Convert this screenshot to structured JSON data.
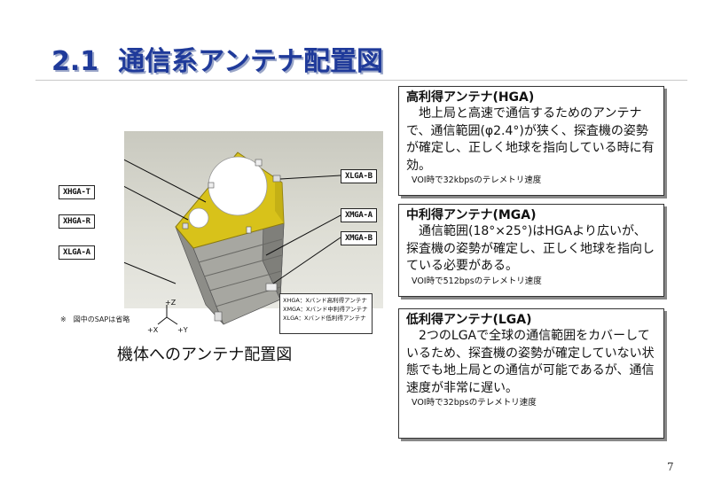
{
  "slide": {
    "title_number": "2.1",
    "title_text": "通信系アンテナ配置図",
    "page_number": "7"
  },
  "figure": {
    "callouts": {
      "xhga_t": "XHGA-T",
      "xhga_r": "XHGA-R",
      "xlga_a": "XLGA-A",
      "xlga_b": "XLGA-B",
      "xmga_a": "XMGA-A",
      "xmga_b": "XMGA-B"
    },
    "legend": [
      "XHGA：Xバンド高利得アンテナ",
      "XMGA：Xバンド中利得アンテナ",
      "XLGA：Xバンド低利得アンテナ"
    ],
    "note_sap": "※　図中のSAPは省略",
    "axes": {
      "z": "+Z",
      "x": "+X",
      "y": "+Y"
    },
    "caption": "機体へのアンテナ配置図",
    "colors": {
      "body_gold": "#d8c21a",
      "panel_gray": "#9a9a94",
      "antenna_white": "#ffffff"
    }
  },
  "panels": [
    {
      "heading": "高利得アンテナ(HGA)",
      "body": "　地上局と高速で通信するためのアンテナで、通信範囲(φ2.4°)が狭く、探査機の姿勢が確定し、正しく地球を指向している時に有効。",
      "rate": "VOI時で32kbpsのテレメトリ速度"
    },
    {
      "heading": "中利得アンテナ(MGA)",
      "body": "　通信範囲(18°×25°)はHGAより広いが、探査機の姿勢が確定し、正しく地球を指向している必要がある。",
      "rate": "VOI時で512bpsのテレメトリ速度"
    },
    {
      "heading": "低利得アンテナ(LGA)",
      "body": "　2つのLGAで全球の通信範囲をカバーしているため、探査機の姿勢が確定していない状態でも地上局との通信が可能であるが、通信速度が非常に遅い。",
      "rate": "VOI時で32bpsのテレメトリ速度"
    }
  ]
}
